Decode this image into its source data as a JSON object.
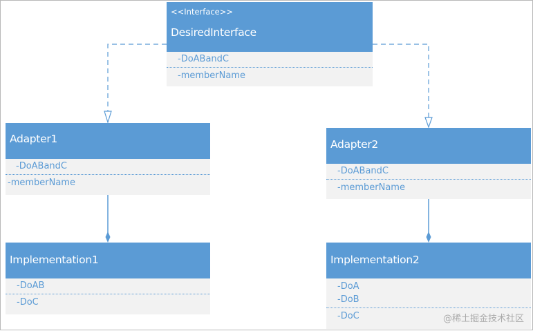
{
  "desired": {
    "stereotype": "<<Interface>>",
    "name": "DesiredInterface",
    "attrs": [
      "-DoABandC",
      "-memberName"
    ]
  },
  "adapter1": {
    "name": "Adapter1",
    "attrs": [
      "-DoABandC",
      "-memberName"
    ]
  },
  "adapter2": {
    "name": "Adapter2",
    "attrs": [
      "-DoABandC",
      "-memberName"
    ]
  },
  "impl1": {
    "name": "Implementation1",
    "attrs": [
      "-DoAB",
      "-DoC"
    ]
  },
  "impl2": {
    "name": "Implementation2",
    "attrs": [
      "-DoA",
      "-DoB",
      "-DoC"
    ]
  },
  "watermark": "@稀土掘金技术社区",
  "colors": {
    "header": "#5b9bd5",
    "section": "#f2f2f2",
    "text": "#5b9bd5"
  }
}
